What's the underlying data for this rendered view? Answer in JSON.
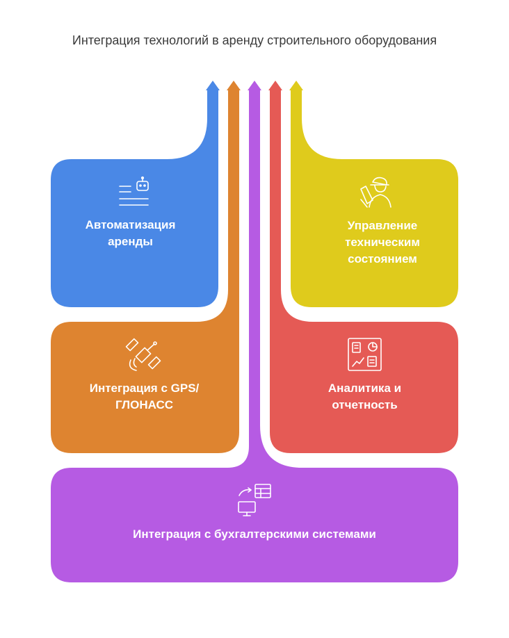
{
  "title": "Интеграция технологий в аренду строительного оборудования",
  "colors": {
    "blue": "#4a88e6",
    "orange": "#de8430",
    "purple": "#b65be3",
    "red": "#e55a55",
    "yellow": "#dfcb1c"
  },
  "cards": [
    {
      "label": "Автоматизация аренды",
      "color": "blue",
      "icon": "robot-list-icon"
    },
    {
      "label": "Управление техническим состоянием",
      "color": "yellow",
      "icon": "worker-icon"
    },
    {
      "label": "Интеграция с GPS/ ГЛОНАСС",
      "color": "orange",
      "icon": "satellite-icon"
    },
    {
      "label": "Аналитика и отчетность",
      "color": "red",
      "icon": "dashboard-icon"
    },
    {
      "label": "Интеграция с бухгалтерскими системами",
      "color": "purple",
      "icon": "sync-computer-table-icon"
    }
  ]
}
